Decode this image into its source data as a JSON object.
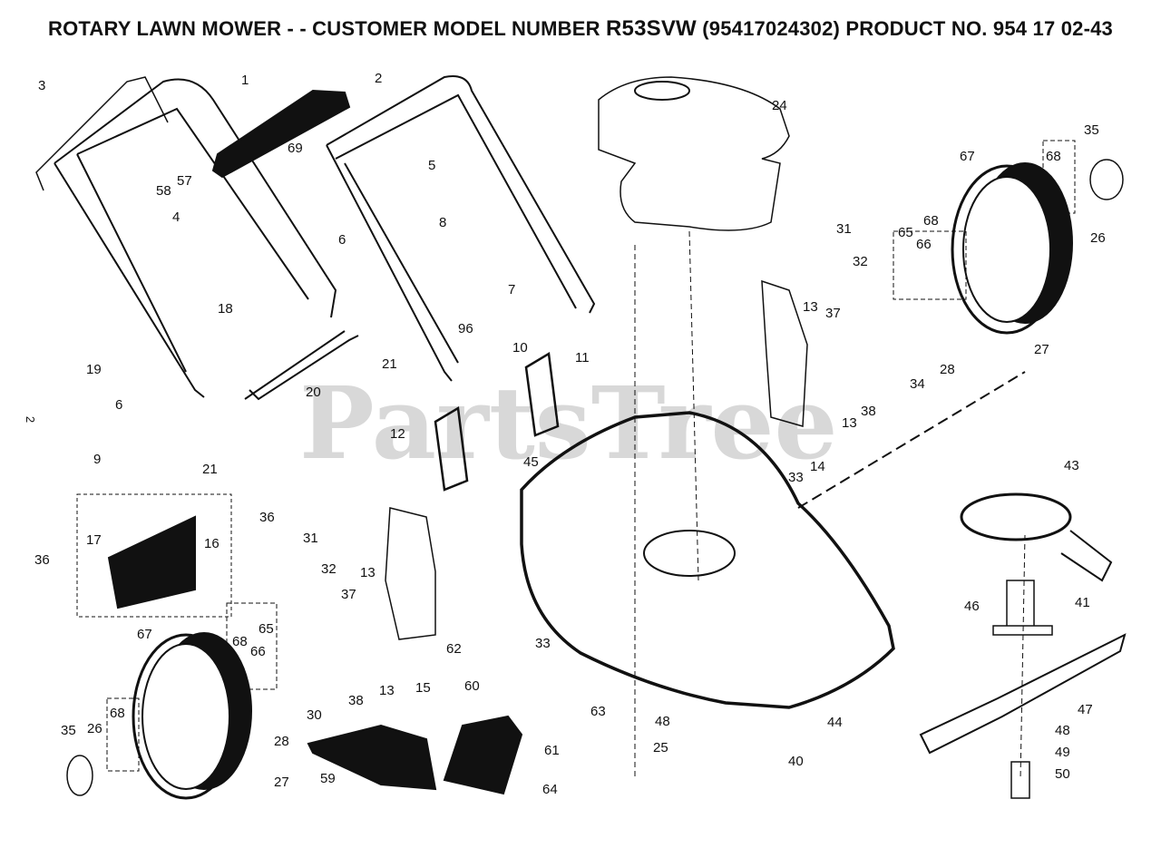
{
  "header": {
    "title_prefix": "ROTARY LAWN MOWER - - CUSTOMER MODEL NUMBER",
    "model": "R53SVW",
    "title_suffix": "(95417024302) PRODUCT NO. 954 17 02-43"
  },
  "watermark": "PartsTree",
  "page_number": "2",
  "parts": [
    {
      "id": "1"
    },
    {
      "id": "2"
    },
    {
      "id": "3"
    },
    {
      "id": "4"
    },
    {
      "id": "5"
    },
    {
      "id": "6"
    },
    {
      "id": "6b",
      "label": "6"
    },
    {
      "id": "7"
    },
    {
      "id": "8"
    },
    {
      "id": "9"
    },
    {
      "id": "10"
    },
    {
      "id": "11"
    },
    {
      "id": "12"
    },
    {
      "id": "13a",
      "label": "13"
    },
    {
      "id": "13b",
      "label": "13"
    },
    {
      "id": "13c",
      "label": "13"
    },
    {
      "id": "13d",
      "label": "13"
    },
    {
      "id": "14"
    },
    {
      "id": "15"
    },
    {
      "id": "16"
    },
    {
      "id": "17"
    },
    {
      "id": "18"
    },
    {
      "id": "19"
    },
    {
      "id": "20"
    },
    {
      "id": "21a",
      "label": "21"
    },
    {
      "id": "21b",
      "label": "21"
    },
    {
      "id": "24"
    },
    {
      "id": "25"
    },
    {
      "id": "26a",
      "label": "26"
    },
    {
      "id": "26b",
      "label": "26"
    },
    {
      "id": "27a",
      "label": "27"
    },
    {
      "id": "27b",
      "label": "27"
    },
    {
      "id": "28a",
      "label": "28"
    },
    {
      "id": "28b",
      "label": "28"
    },
    {
      "id": "30"
    },
    {
      "id": "31a",
      "label": "31"
    },
    {
      "id": "31b",
      "label": "31"
    },
    {
      "id": "32a",
      "label": "32"
    },
    {
      "id": "32b",
      "label": "32"
    },
    {
      "id": "33a",
      "label": "33"
    },
    {
      "id": "33b",
      "label": "33"
    },
    {
      "id": "34"
    },
    {
      "id": "35a",
      "label": "35"
    },
    {
      "id": "35b",
      "label": "35"
    },
    {
      "id": "36a",
      "label": "36"
    },
    {
      "id": "36b",
      "label": "36"
    },
    {
      "id": "37a",
      "label": "37"
    },
    {
      "id": "37b",
      "label": "37"
    },
    {
      "id": "38a",
      "label": "38"
    },
    {
      "id": "38b",
      "label": "38"
    },
    {
      "id": "40"
    },
    {
      "id": "41"
    },
    {
      "id": "43"
    },
    {
      "id": "44"
    },
    {
      "id": "45"
    },
    {
      "id": "46"
    },
    {
      "id": "47"
    },
    {
      "id": "48a",
      "label": "48"
    },
    {
      "id": "48b",
      "label": "48"
    },
    {
      "id": "49"
    },
    {
      "id": "50"
    },
    {
      "id": "57"
    },
    {
      "id": "58"
    },
    {
      "id": "59"
    },
    {
      "id": "60"
    },
    {
      "id": "61"
    },
    {
      "id": "62"
    },
    {
      "id": "63"
    },
    {
      "id": "64"
    },
    {
      "id": "65a",
      "label": "65"
    },
    {
      "id": "65b",
      "label": "65"
    },
    {
      "id": "66a",
      "label": "66"
    },
    {
      "id": "66b",
      "label": "66"
    },
    {
      "id": "67a",
      "label": "67"
    },
    {
      "id": "67b",
      "label": "67"
    },
    {
      "id": "68a",
      "label": "68"
    },
    {
      "id": "68b",
      "label": "68"
    },
    {
      "id": "68c",
      "label": "68"
    },
    {
      "id": "68d",
      "label": "68"
    },
    {
      "id": "69"
    },
    {
      "id": "96"
    }
  ]
}
